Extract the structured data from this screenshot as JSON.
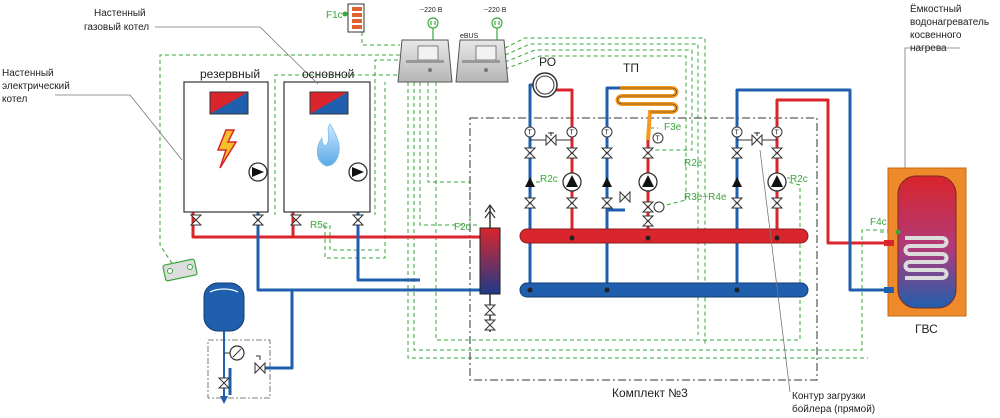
{
  "labels": {
    "wall_gas_boiler_l1": "Настенный",
    "wall_gas_boiler_l2": "газовый котел",
    "wall_electric_boiler_l1": "Настенный",
    "wall_electric_boiler_l2": "электрический",
    "wall_electric_boiler_l3": "котел",
    "reserve_boiler": "резервный",
    "main_boiler": "основной",
    "tank_heater_l1": "Ёмкостный",
    "tank_heater_l2": "водонагреватель",
    "tank_heater_l3": "косвенного",
    "tank_heater_l4": "нагрева",
    "dhw": "ГВС",
    "radiators": "РО",
    "floor_heating": "ТП",
    "kit": "Комплект №3",
    "loading_circuit_l1": "Контур загрузки",
    "loading_circuit_l2": "бойлера (прямой)",
    "voltage_1": "~220 В",
    "voltage_2": "~220 В",
    "ebus": "eBUS"
  },
  "sensors": {
    "f1c": "F1c",
    "f2c": "F2c",
    "f3e": "F3e",
    "f4c": "F4c",
    "r2c_1": "R2c",
    "r2c_2": "R2c",
    "r2e": "R2e",
    "r3e_r4e": "R3e+R4e",
    "r5c": "R5c"
  },
  "thermometer_glyph": "T",
  "colors": {
    "supply": "#d9252b",
    "return": "#1f5fae",
    "signal": "#3aa63a",
    "floor_loop": "#f39a1e",
    "tank_body": "#ee8a2a",
    "frame": "#333333"
  }
}
